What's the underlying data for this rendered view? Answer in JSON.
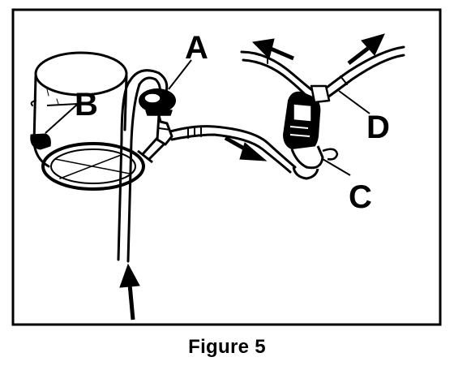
{
  "figure": {
    "caption": "Figure 5",
    "labels": {
      "a": "A",
      "b": "B",
      "c": "C",
      "d": "D"
    },
    "ink_color": "#000000",
    "paper_color": "#ffffff"
  }
}
